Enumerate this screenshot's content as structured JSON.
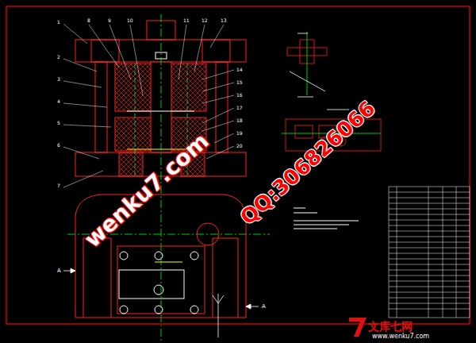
{
  "diagram": {
    "labels": [
      "wenku7.com",
      "QQ:306826066",
      "文库七网",
      "www.wenku7.com",
      "A",
      "A",
      "1",
      "2",
      "3",
      "4",
      "5",
      "6",
      "7",
      "8",
      "9",
      "10",
      "11",
      "12",
      "13",
      "14",
      "15",
      "16",
      "17",
      "18",
      "19",
      "20"
    ]
  }
}
